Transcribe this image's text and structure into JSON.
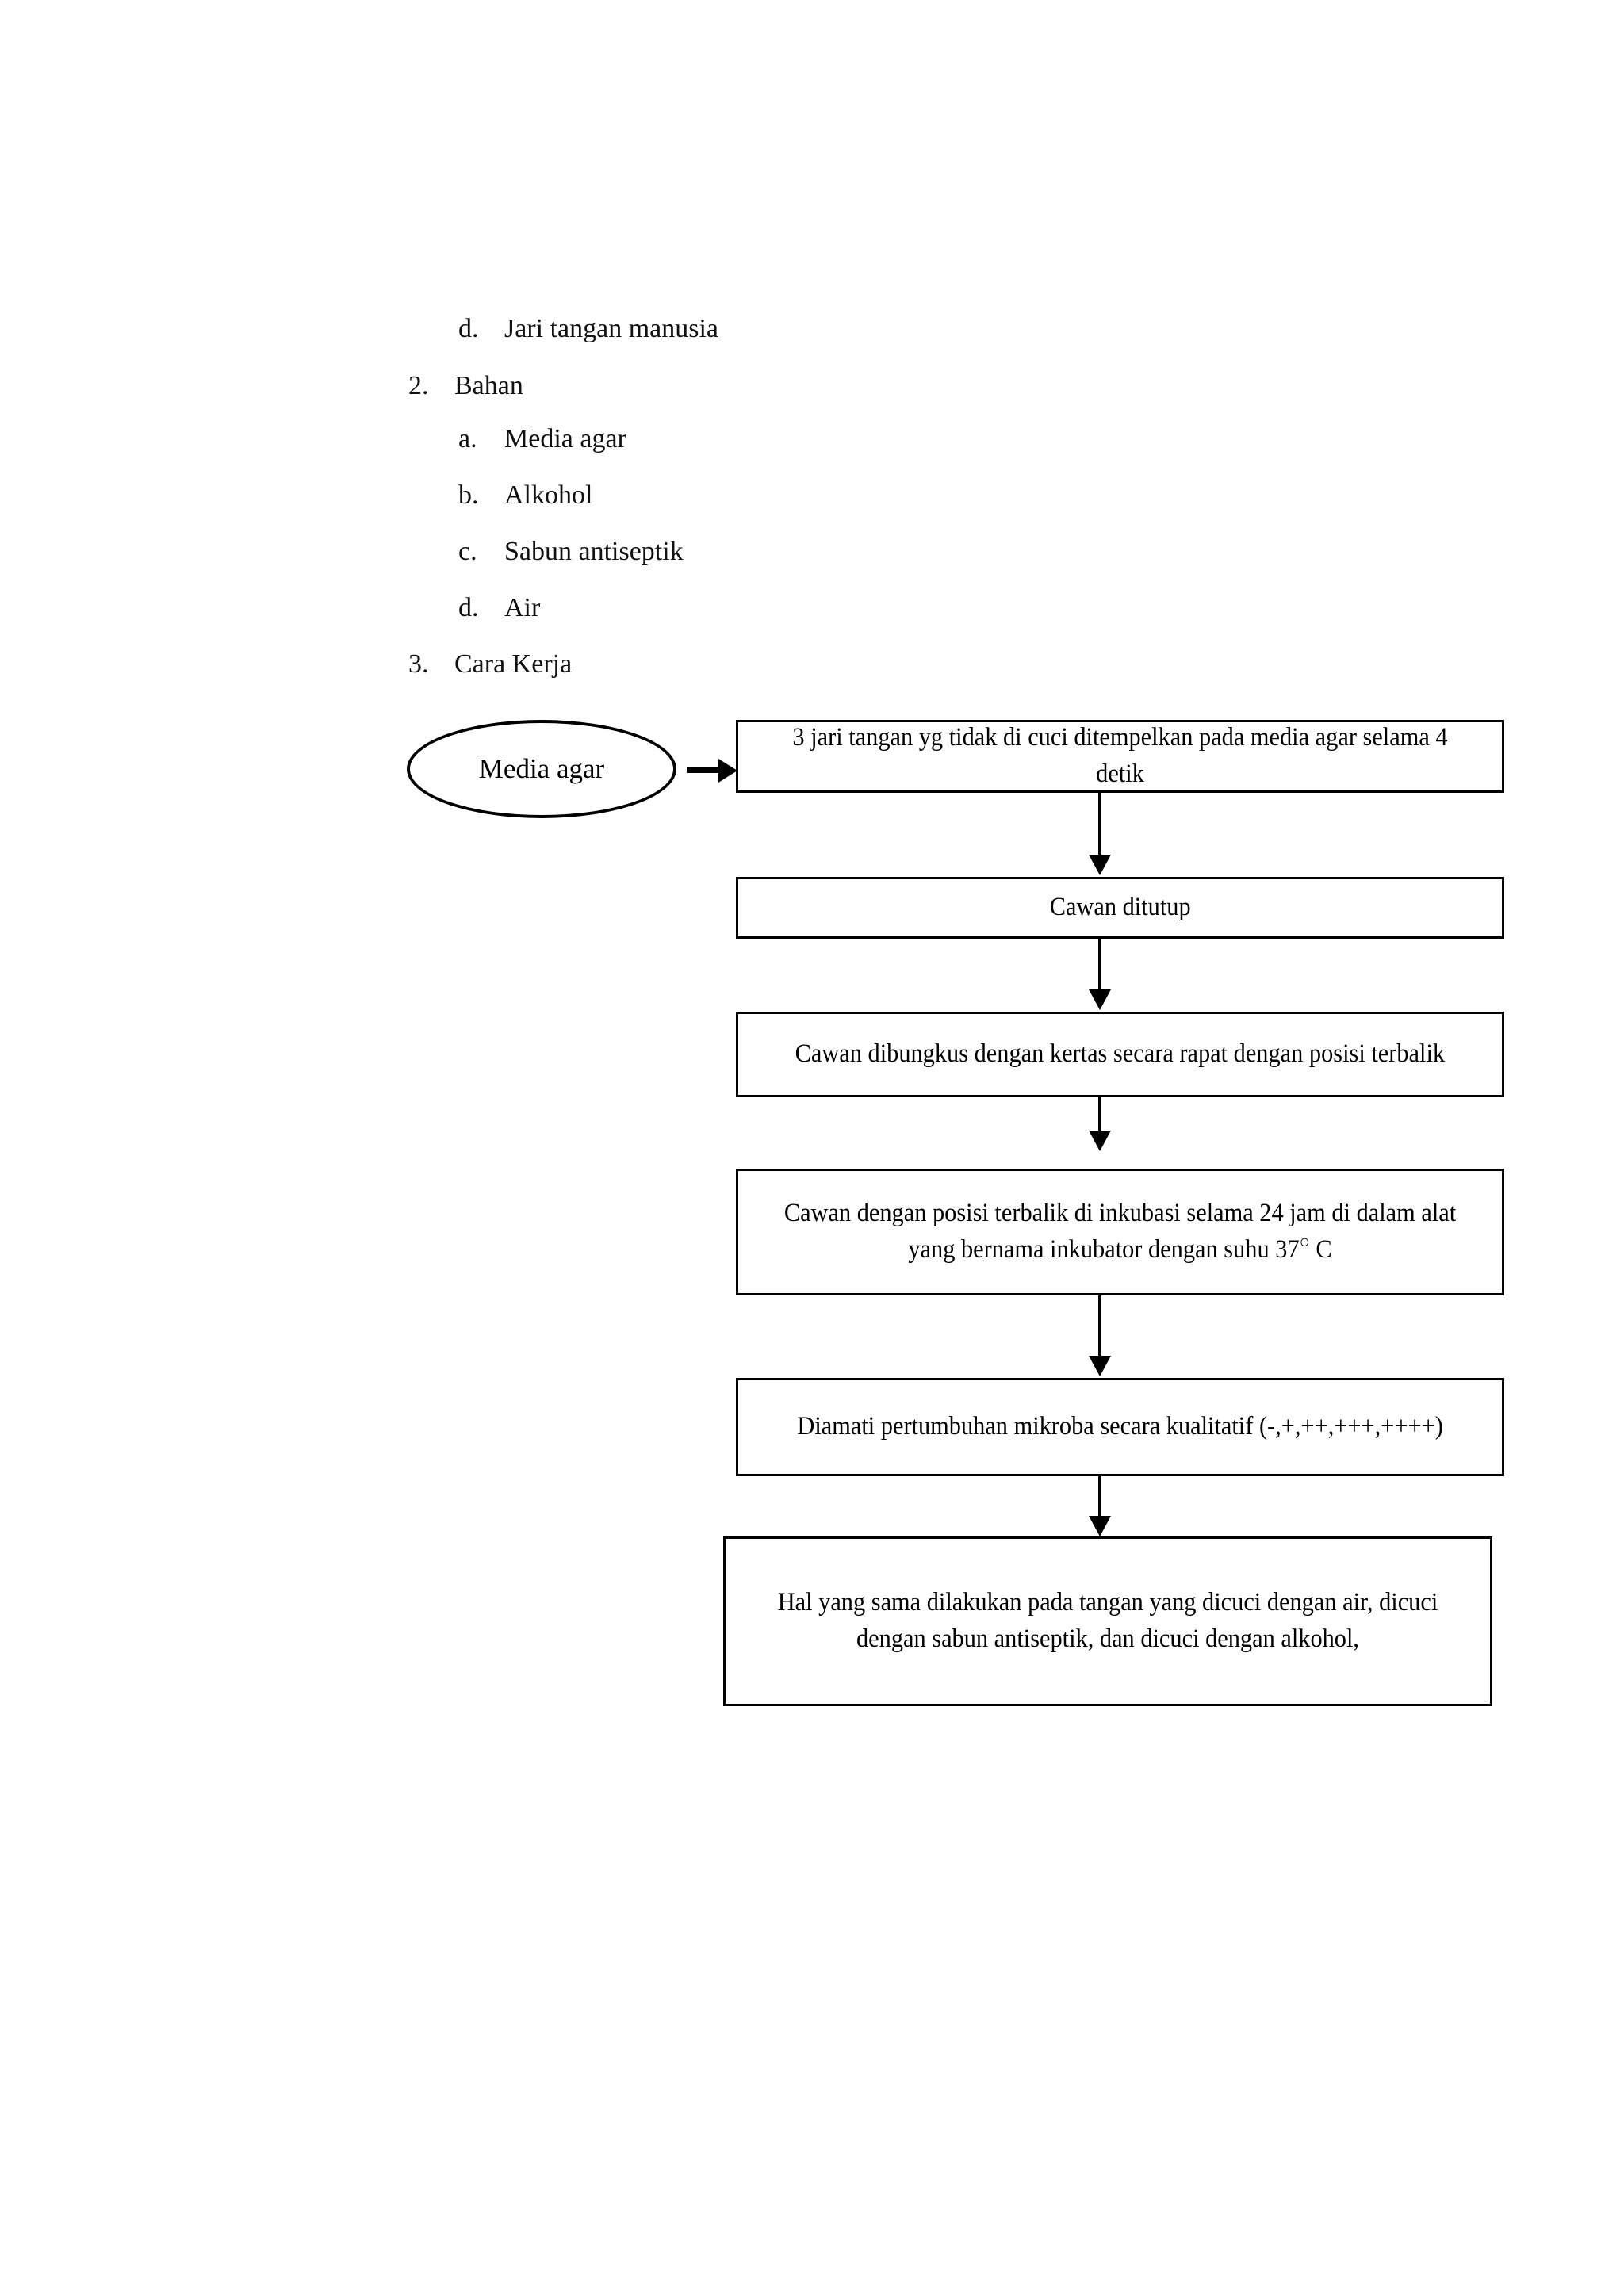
{
  "document": {
    "outline": [
      {
        "marker": "d.",
        "label": "Jari tangan manusia",
        "level": "sub"
      },
      {
        "marker": "2.",
        "label": "Bahan",
        "level": "top"
      },
      {
        "marker": "a.",
        "label": "Media agar",
        "level": "sub"
      },
      {
        "marker": "b.",
        "label": "Alkohol",
        "level": "sub"
      },
      {
        "marker": "c.",
        "label": "Sabun antiseptik",
        "level": "sub"
      },
      {
        "marker": "d.",
        "label": "Air",
        "level": "sub"
      },
      {
        "marker": "3.",
        "label": "Cara Kerja",
        "level": "top"
      }
    ]
  },
  "flowchart": {
    "start_node": {
      "shape": "ellipse",
      "label": "Media agar"
    },
    "steps": [
      {
        "id": "step-1",
        "shape": "rectangle",
        "label": "3 jari tangan yg tidak di cuci ditempelkan pada media agar selama 4 detik"
      },
      {
        "id": "step-2",
        "shape": "rectangle",
        "label": "Cawan ditutup"
      },
      {
        "id": "step-3",
        "shape": "rectangle",
        "label": "Cawan dibungkus dengan kertas secara rapat dengan posisi terbalik"
      },
      {
        "id": "step-4",
        "shape": "rectangle",
        "label_part1": "Cawan dengan posisi terbalik di inkubasi selama 24 jam di dalam alat yang bernama inkubator dengan suhu 37",
        "degree_symbol": "○",
        "label_part2": " C"
      },
      {
        "id": "step-5",
        "shape": "rectangle",
        "label": "Diamati pertumbuhan mikroba secara kualitatif (-,+,++,+++,++++)"
      },
      {
        "id": "step-6",
        "shape": "rectangle",
        "label": "Hal yang sama dilakukan pada tangan yang dicuci dengan air, dicuci dengan sabun antiseptik, dan dicuci dengan alkohol,"
      }
    ],
    "connectors": {
      "start_to_step1": "arrow-right",
      "step1_to_step2": "arrow-down",
      "step2_to_step3": "arrow-down",
      "step3_to_step4": "arrow-down",
      "step4_to_step5": "arrow-down",
      "step5_to_step6": "arrow-down"
    }
  },
  "colors": {
    "ink": "#000000",
    "page_background": "#ffffff"
  }
}
